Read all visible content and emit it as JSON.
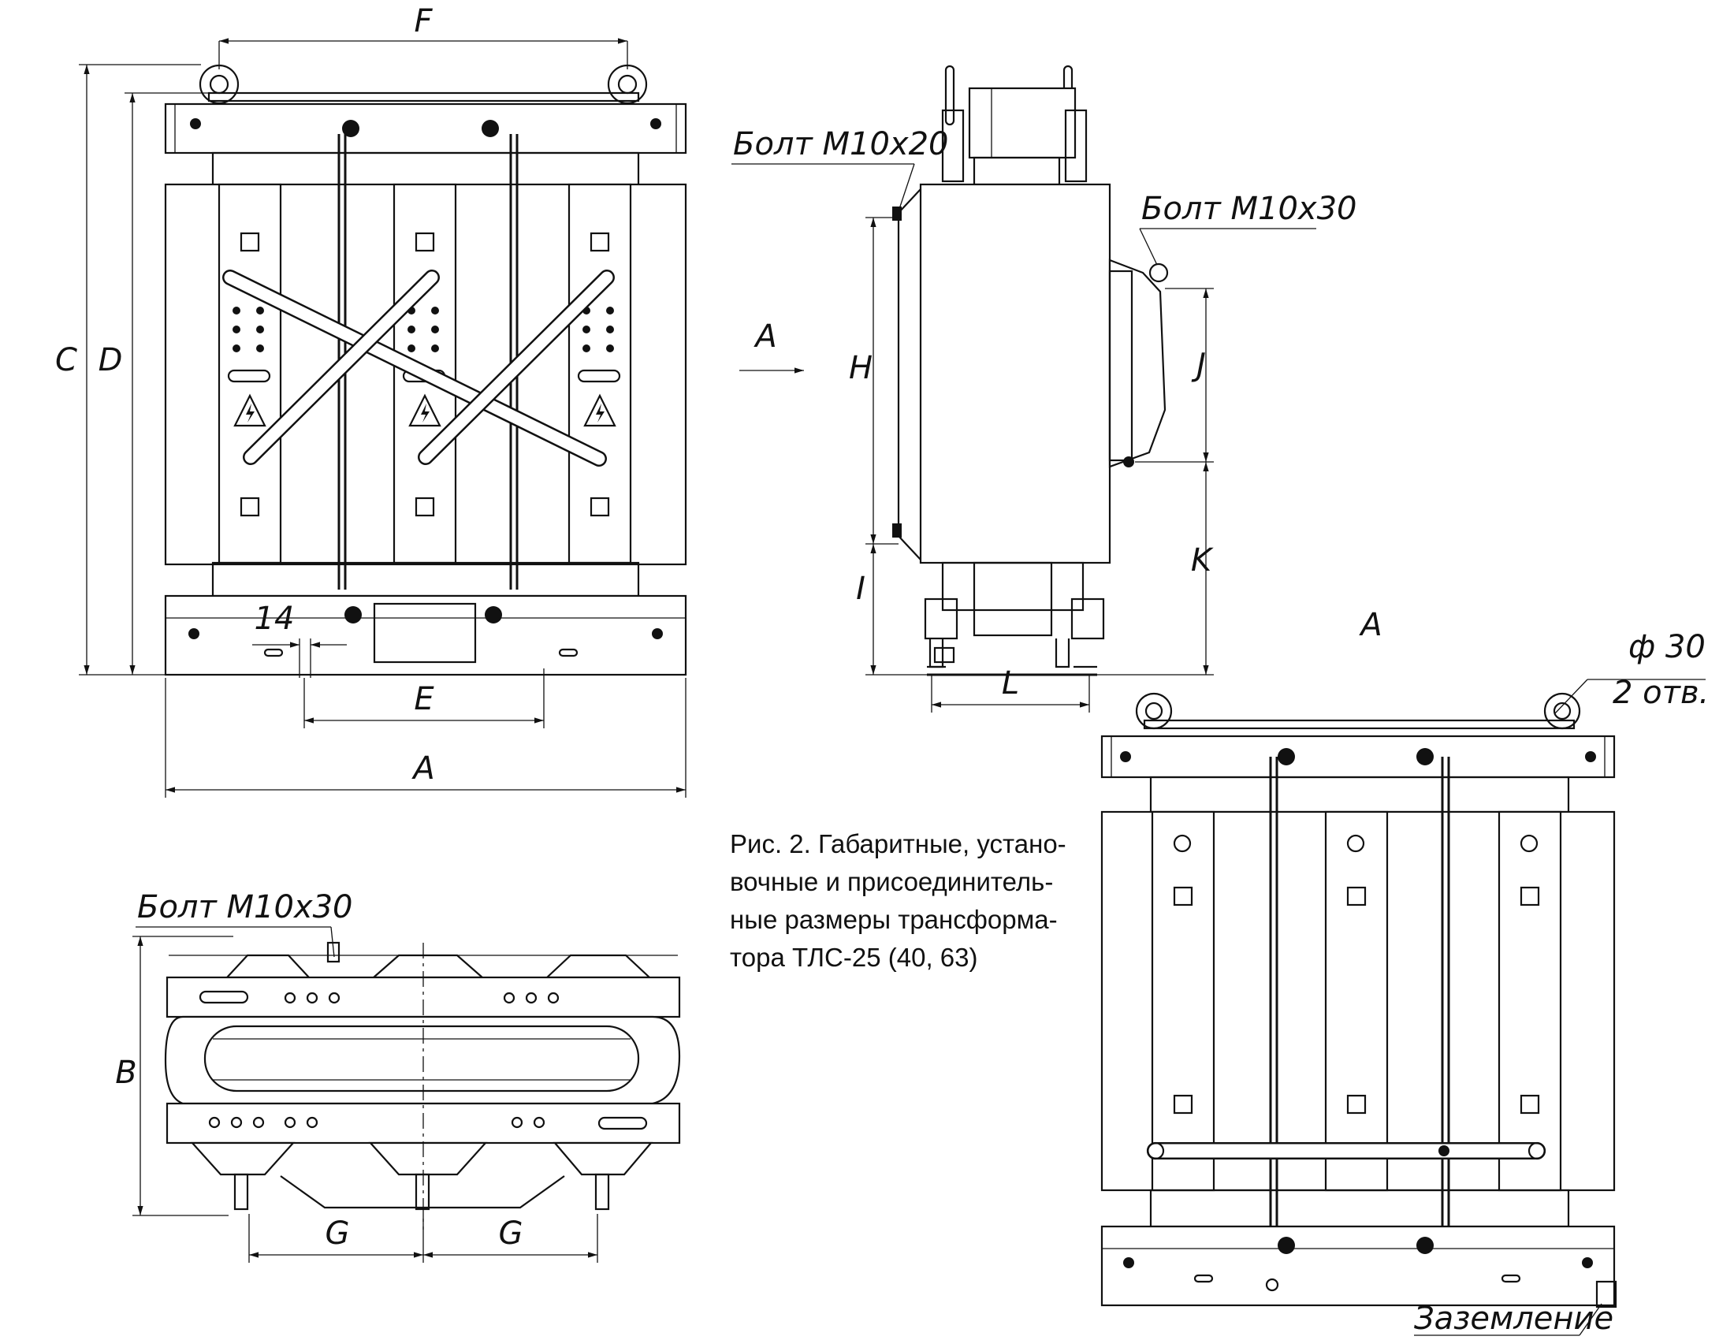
{
  "dimensions": {
    "A": "A",
    "B": "B",
    "C": "C",
    "D": "D",
    "E": "E",
    "F": "F",
    "G": "G",
    "H": "H",
    "I": "I",
    "J": "J",
    "K": "K",
    "L": "L",
    "d14": "14"
  },
  "callouts": {
    "bolt_m10x20": "Болт М10х20",
    "bolt_m10x30_side": "Болт М10х30",
    "bolt_m10x30_top": "Болт М10х30",
    "view_arrow": "A",
    "view_label": "A",
    "hole_diameter": "ф 30",
    "hole_count": "2 отв.",
    "grounding": "Заземление"
  },
  "caption": {
    "line1": "Рис. 2. Габаритные, устано-",
    "line2": "вочные и присоединитель-",
    "line3": "ные размеры трансформа-",
    "line4": "тора ТЛС-25 (40, 63)"
  }
}
